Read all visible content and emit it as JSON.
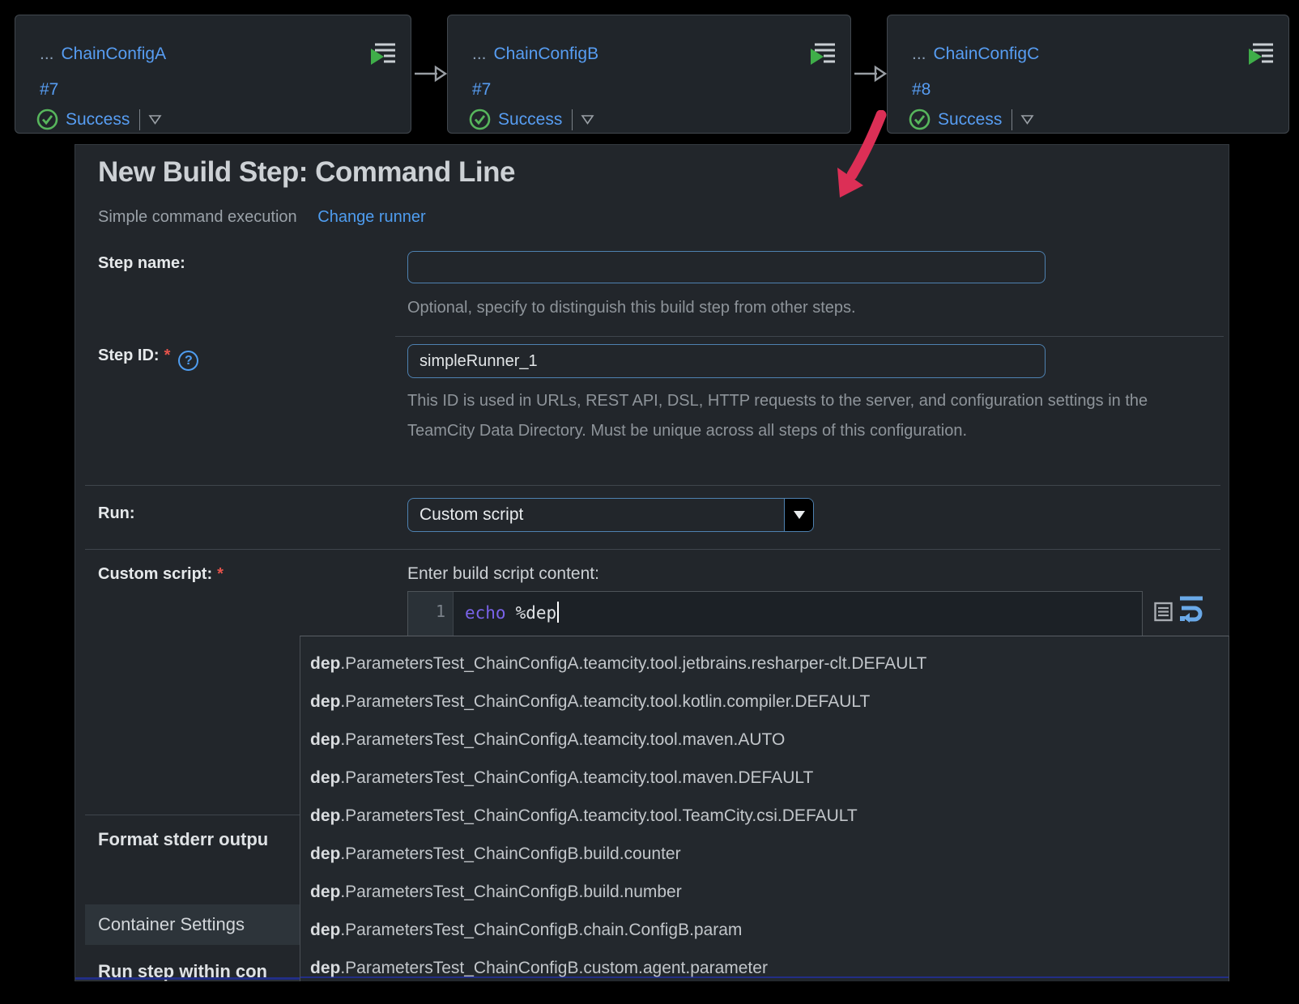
{
  "colors": {
    "accent_blue": "#579df2",
    "success_green": "#57b65c",
    "arrow_red": "#dc2f56",
    "required_red": "#e5534b",
    "keyword_purple": "#7a63ea"
  },
  "chain": {
    "cards": [
      {
        "prefix": "...",
        "name": "ChainConfigA",
        "build_number": "#7",
        "status": "Success"
      },
      {
        "prefix": "...",
        "name": "ChainConfigB",
        "build_number": "#7",
        "status": "Success"
      },
      {
        "prefix": "...",
        "name": "ChainConfigC",
        "build_number": "#8",
        "status": "Success"
      }
    ]
  },
  "form": {
    "title": "New Build Step: Command Line",
    "runner_description": "Simple command execution",
    "change_runner_label": "Change runner",
    "step_name": {
      "label": "Step name:",
      "value": "",
      "hint": "Optional, specify to distinguish this build step from other steps."
    },
    "step_id": {
      "label": "Step ID:",
      "required_mark": "*",
      "help_glyph": "?",
      "value": "simpleRunner_1",
      "hint": "This ID is used in URLs, REST API, DSL, HTTP requests to the server, and configuration settings in the TeamCity Data Directory. Must be unique across all steps of this configuration."
    },
    "run": {
      "label": "Run:",
      "selected_option": "Custom script"
    },
    "custom_script": {
      "label": "Custom script:",
      "required_mark": "*",
      "editor_caption": "Enter build script content:",
      "line_number": "1",
      "keyword": "echo",
      "code": "%dep"
    },
    "format_stderr_label": "Format stderr outpu",
    "container_settings_label": "Container Settings",
    "run_step_label": "Run step within con"
  },
  "autocomplete": {
    "prefix": "dep",
    "items": [
      {
        "suffix": ".ParametersTest_ChainConfigA.teamcity.tool.jetbrains.resharper-clt.DEFAULT"
      },
      {
        "suffix": ".ParametersTest_ChainConfigA.teamcity.tool.kotlin.compiler.DEFAULT"
      },
      {
        "suffix": ".ParametersTest_ChainConfigA.teamcity.tool.maven.AUTO"
      },
      {
        "suffix": ".ParametersTest_ChainConfigA.teamcity.tool.maven.DEFAULT"
      },
      {
        "suffix": ".ParametersTest_ChainConfigA.teamcity.tool.TeamCity.csi.DEFAULT"
      },
      {
        "suffix": ".ParametersTest_ChainConfigB.build.counter"
      },
      {
        "suffix": ".ParametersTest_ChainConfigB.build.number"
      },
      {
        "suffix": ".ParametersTest_ChainConfigB.chain.ConfigB.param"
      },
      {
        "suffix": ".ParametersTest_ChainConfigB.custom.agent.parameter"
      }
    ]
  }
}
